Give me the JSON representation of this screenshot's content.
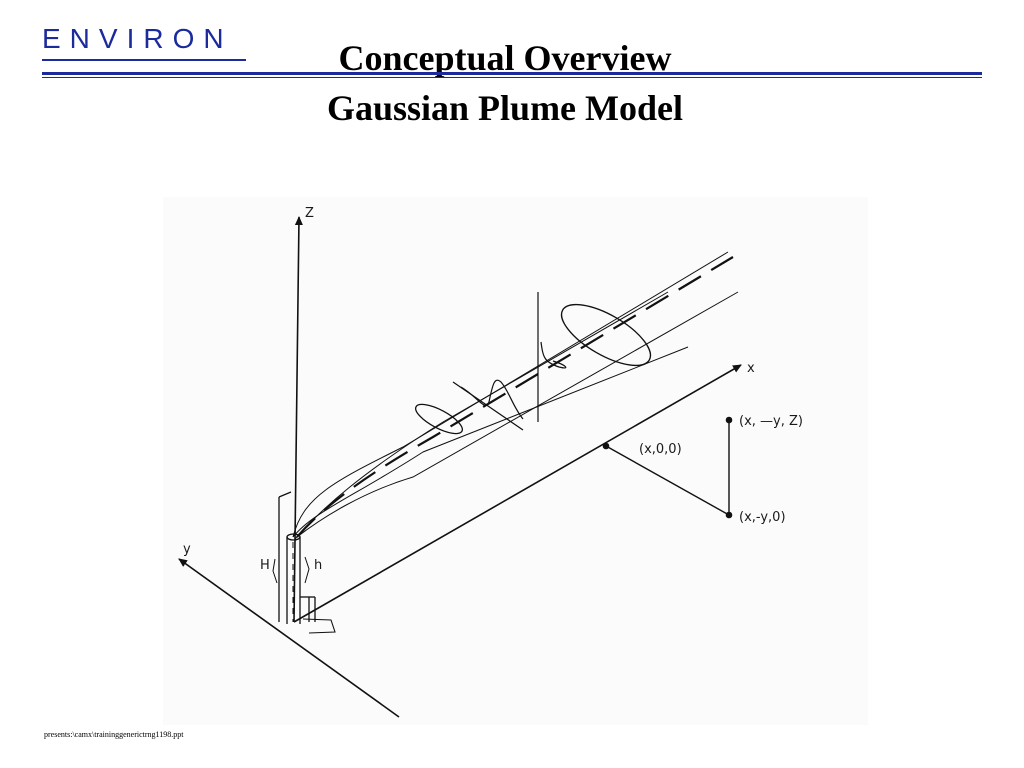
{
  "logo": {
    "text": "ENVIRON"
  },
  "header": {
    "title_line1": "Conceptual Overview",
    "title_line2": "Gaussian Plume Model"
  },
  "figure": {
    "labels": {
      "z": "Z",
      "x": "x",
      "y": "y",
      "H": "H",
      "h": "h",
      "point_origin": "(x,0,0)",
      "point_upper": "(x, —y, Z)",
      "point_lower": "(x,-y,0)"
    }
  },
  "footer": {
    "path": "presents:\\camx\\traininggenerictrng1198.ppt"
  }
}
